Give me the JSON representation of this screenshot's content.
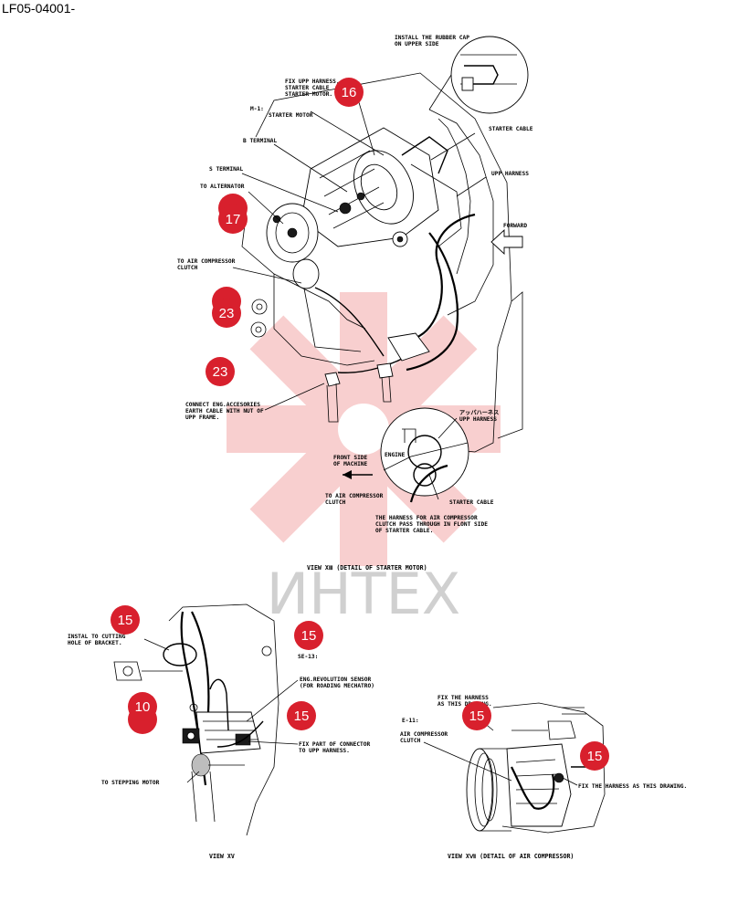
{
  "header": {
    "page_code": "LF05-04001-"
  },
  "watermark": {
    "text": "ИНТЕХ",
    "color": "#e32a2a"
  },
  "callout_color": "#d8202d",
  "view_xiii": {
    "caption": "VIEW XⅢ (DETAIL OF STARTER MOTOR)",
    "labels": {
      "rubber_cap_1": "INSTALL THE RUBBER CAP",
      "rubber_cap_2": "ON UPPER SIDE",
      "fix_upp_1": "FIX UPP HARNESS,",
      "fix_upp_2": "STARTER CABLE",
      "fix_upp_3": "STARTER MOTOR.",
      "m1": "M-1:",
      "starter_motor": "STARTER MOTOR",
      "b_terminal": "B TERMINAL",
      "s_terminal": "S TERMINAL",
      "to_alternator": "TO ALTERNATOR",
      "to_air_comp_1": "TO AIR COMPRESSOR",
      "to_air_comp_2": "CLUTCH",
      "starter_cable": "STARTER CABLE",
      "upp_harness": "UPP HARNESS",
      "forward": "FORWARD",
      "earth_1": "CONNECT ENG.ACCESORIES",
      "earth_2": "EARTH CABLE WITH NUT OF",
      "earth_3": "UPP FRAME.",
      "jp_upp_1": "アッパハーネス",
      "jp_upp_2": "UPP HARNESS",
      "front_side_1": "FRONT SIDE",
      "front_side_2": "OF MACHINE",
      "engine": "ENGINE",
      "detail_air_1": "TO AIR COMPRESSOR",
      "detail_air_2": "CLUTCH",
      "detail_starter": "STARTER CABLE",
      "note_1": "THE HARNESS FOR AIR COMPRESSOR",
      "note_2": "CLUTCH PASS THROUGH IN FLONT SIDE",
      "note_3": "OF STARTER CABLE."
    }
  },
  "view_xv": {
    "caption": "VIEW XV",
    "labels": {
      "instal_1": "INSTAL TO CUTTING",
      "instal_2": "HOLE OF BRACKET.",
      "se13": "SE-13:",
      "sensor_1": "ENG.REVOLUTION SENSOR",
      "sensor_2": "(FOR ROADING MECHATRO)",
      "connector_1": "FIX PART OF CONNECTOR",
      "connector_2": "TO UPP HARNESS.",
      "stepping": "TO STEPPING MOTOR"
    }
  },
  "view_xvi": {
    "caption": "VIEW XⅦ (DETAIL OF AIR COMPRESSOR)",
    "labels": {
      "fix_harness_1": "FIX THE HARNESS",
      "fix_harness_2": "AS THIS DRAWING.",
      "e11": "E-11:",
      "air_comp_1": "AIR COMPRESSOR",
      "air_comp_2": "CLUTCH",
      "fix_harness_right": "FIX THE HARNESS AS THIS DRAWING."
    }
  },
  "callouts": {
    "c16": "16",
    "c17": "17",
    "c23a": "23",
    "c23b": "23",
    "c15a": "15",
    "c15b": "15",
    "c15c": "15",
    "c10": "10",
    "c15d": "15",
    "c15e": "15"
  }
}
